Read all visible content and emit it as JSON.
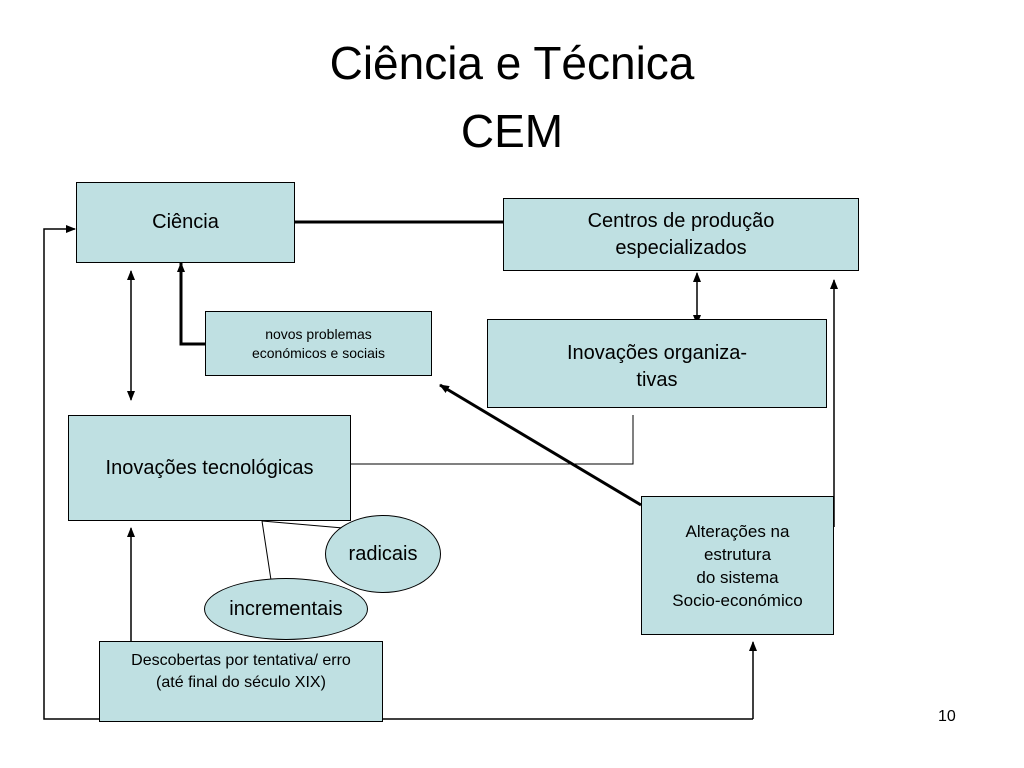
{
  "title": {
    "line1": "Ciência e Técnica",
    "line2": "CEM"
  },
  "nodes": {
    "ciencia": "Ciência",
    "centros": "Centros de produção\nespecializados",
    "novos_problemas": "novos problemas\neconómicos e sociais",
    "inovacoes_organizativas": "Inovações organiza-\ntivas",
    "inovacoes_tecnologicas": "Inovações tecnológicas",
    "radicais": "radicais",
    "incrementais": "incrementais",
    "alteracoes": "Alterações na\nestrutura\ndo sistema\nSocio-económico",
    "descobertas": "Descobertas por tentativa/ erro\n(até final do século XIX)"
  },
  "page_number": "10",
  "colors": {
    "box_fill": "#bfe0e2",
    "stroke": "#000000",
    "background": "#ffffff"
  }
}
